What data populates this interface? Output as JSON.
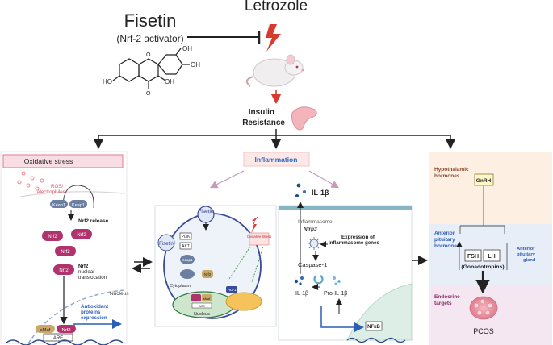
{
  "top": {
    "drug": "Fisetin",
    "drug_role": "(Nrf-2 activator)",
    "inducer": "Letrozole",
    "insulin_resistance_1": "Insulin",
    "insulin_resistance_2": "Resistance"
  },
  "structure_labels": {
    "oh_top": "OH",
    "oh_right": "OH",
    "oh_bottom": "OH",
    "ho_left": "HO",
    "o_ring": "O",
    "o_carbonyl": "O"
  },
  "oxidative": {
    "title": "Oxidative stress",
    "ros_1": "ROS/",
    "ros_2": "electrophiles",
    "keap_a": "Keap1",
    "keap_b": "Keap1",
    "release": "Nrf2 release",
    "nrf2_a": "Nrf2",
    "nrf2_b": "Nrf2",
    "nrf2_c": "Nrf2",
    "nrf2_d": "Nrf2",
    "translocation_1": "Nrf2",
    "translocation_2": "nuclear",
    "translocation_3": "translocation",
    "nucleus": "Nucleus",
    "antioxidant_1": "Antioxidant",
    "antioxidant_2": "proteins",
    "antioxidant_3": "expression",
    "smaf": "sMaf",
    "nrf2_dna": "Nrf2",
    "are": "ARE"
  },
  "cell_detail": {
    "fisetin_top": "Fisetin",
    "fisetin_inner": "Fisetin",
    "pi3k": "PI3K",
    "akt": "AKT",
    "keap1": "Keap1",
    "nrf2": "Nrf2",
    "cytoplasm": "Cytoplasm",
    "nucleus": "Nucleus",
    "ho1": "HO-1",
    "are": "ARE",
    "smaf": "sMaf",
    "oxidative_stress": "Oxidative Stress"
  },
  "inflammation": {
    "title": "Inflammation",
    "il1b_top": "IL-1β",
    "inflammasome": "Inflammasome",
    "nlrp3": "Nlrp3",
    "expression_1": "Expression of",
    "expression_2": "inflammasome genes",
    "caspase": "Caspase-1",
    "il1b_bottom": "IL-1β",
    "pro_il1b": "Pro-IL-1β",
    "nfkb": "NFκB"
  },
  "hpo": {
    "hypothalamic_1": "Hypothalamic",
    "hypothalamic_2": "hormones",
    "gnrh": "GnRH",
    "anterior_1": "Anterior",
    "anterior_2": "pituitary",
    "anterior_3": "hormones",
    "fsh": "FSH",
    "lh": "LH",
    "gonadotropins": "(Gonadotropins)",
    "gland_1": "Anterior",
    "gland_2": "pituitary",
    "gland_3": "gland",
    "endocrine_1": "Endocrine",
    "endocrine_2": "targets",
    "pcos": "PCOS"
  },
  "colors": {
    "nrf2": "#b0336e",
    "keap": "#6b7fa3",
    "ros": "#e96b7c",
    "oxidative_header": "#f8dde4",
    "oxidative_header_border": "#e07b90",
    "inflam_header": "#fde8e8",
    "inflam_text": "#2a6cc0",
    "hypothalamic_bg": "#fdf0e3",
    "pituitary_bg": "#e8eef8",
    "endocrine_bg": "#f4e7f2",
    "brown_label": "#8a4b2a",
    "blue_label": "#2b5fb5",
    "letrozole_red": "#d83a2e",
    "nucleus_green": "#d8ecd8",
    "cell_blue": "#dfeaf6"
  }
}
